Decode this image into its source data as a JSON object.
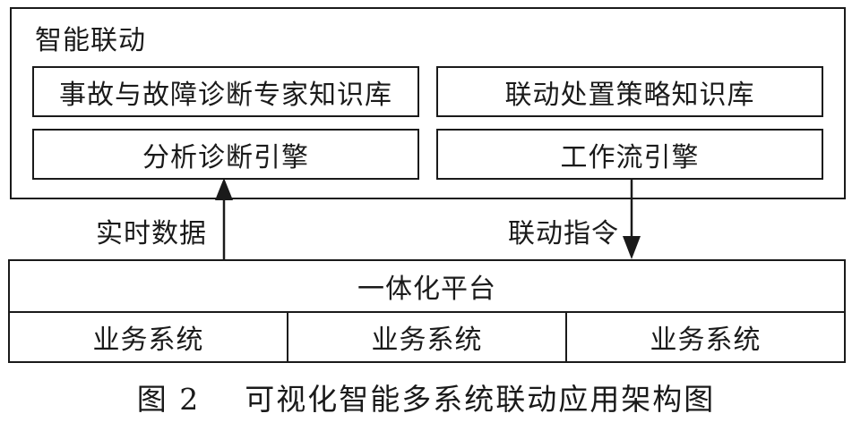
{
  "outer": {
    "title": "智能联动"
  },
  "boxes": {
    "expert_kb": "事故与故障诊断专家知识库",
    "strategy_kb": "联动处置策略知识库",
    "analysis_engine": "分析诊断引擎",
    "workflow_engine": "工作流引擎"
  },
  "arrows": {
    "realtime_data": "实时数据",
    "linkage_command": "联动指令"
  },
  "platform": {
    "title": "一体化平台",
    "systems": [
      "业务系统",
      "业务系统",
      "业务系统"
    ]
  },
  "caption": {
    "figure_number": "图 2",
    "text": "可视化智能多系统联动应用架构图"
  },
  "colors": {
    "line": "#1a1a1a",
    "background": "#ffffff"
  }
}
